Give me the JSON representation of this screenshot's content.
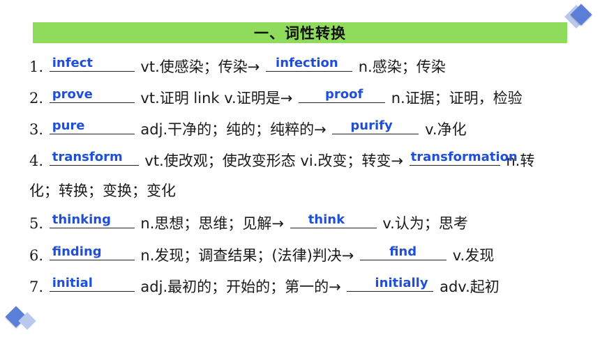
{
  "title": "一、词性转换",
  "items": [
    {
      "num": "1.",
      "answer1": "infect",
      "text1": " vt.使感染；传染→ ",
      "answer2": "infection",
      "text2": " n.感染；传染"
    },
    {
      "num": "2.",
      "answer1": "prove",
      "text1": " vt.证明 link v.证明是→ ",
      "answer2": "proof",
      "text2": " n.证据；证明，检验"
    },
    {
      "num": "3.",
      "answer1": "pure",
      "text1": " adj.干净的；纯的；纯粹的→ ",
      "answer2": "purify",
      "text2": " v.净化"
    },
    {
      "num": "4.",
      "answer1": "transform",
      "text1": " vt.使改观；使改变形态 vi.改变；转变→",
      "answer2": "transformation",
      "text2": " n.转",
      "continuation": "化；转换；变换；变化"
    },
    {
      "num": "5.",
      "answer1": "thinking",
      "text1": " n.思想；思维；见解→ ",
      "answer2": "think",
      "text2": " v.认为；思考"
    },
    {
      "num": "6.",
      "answer1": "finding",
      "text1": " n.发现；调查结果；(法律)判决→ ",
      "answer2": "find",
      "text2": " v.发现"
    },
    {
      "num": "7.",
      "answer1": "initial",
      "text1": " adj.最初的；开始的；第一的→ ",
      "answer2": "initially",
      "text2": " adv.起初"
    }
  ],
  "colors": {
    "title_bg": "#8fdc5c",
    "answer": "#1f4fd6",
    "diamond": "#5b7fd9"
  }
}
